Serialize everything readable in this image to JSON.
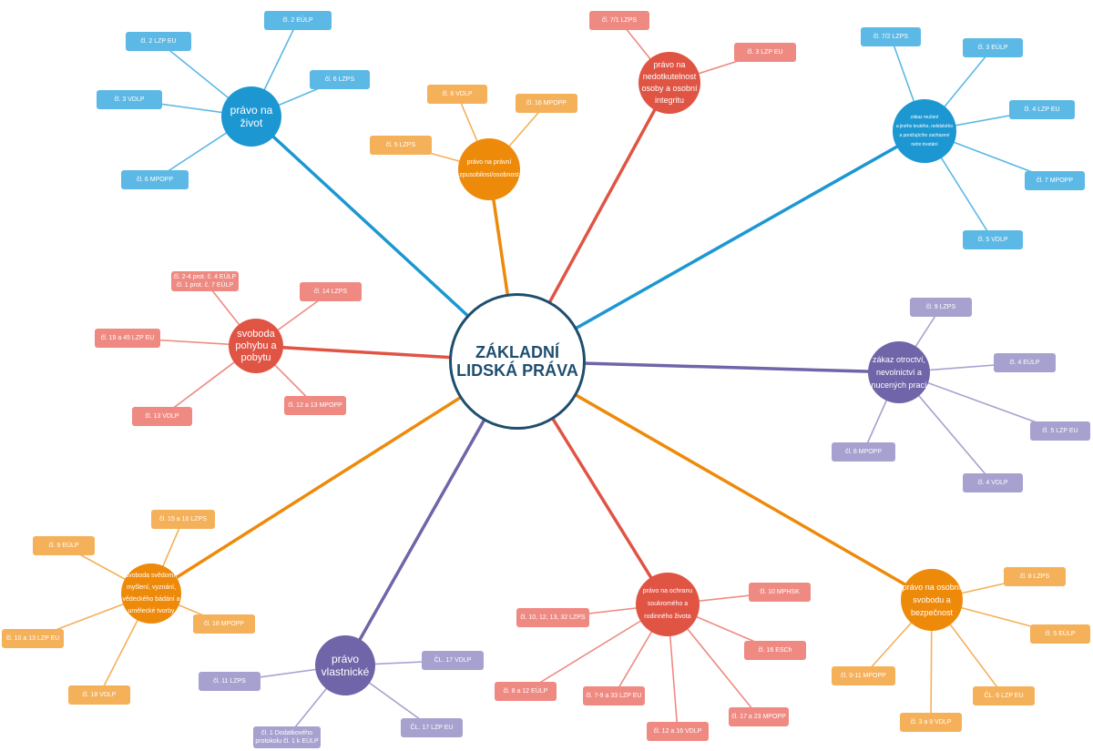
{
  "center": {
    "label": "ZÁKLADNÍ\nLIDSKÁ PRÁVA",
    "color": "#1f4e6e"
  },
  "colors": {
    "blue": "#1c97d2",
    "blueLeaf": "#5cb8e5",
    "orange": "#ee8a0a",
    "orangeLeaf": "#f5b05a",
    "red": "#e05444",
    "redLeaf": "#ef8a82",
    "purple": "#6f65a8",
    "purpleLeaf": "#a6a1cf"
  },
  "branches": [
    {
      "id": "pravo-na-zivot",
      "label": "právo na\nživot",
      "theme": "blue",
      "leaves": [
        "čl. 2 EÚLP",
        "čl. 2 LZP EU",
        "čl. 6 LZPS",
        "čl. 3 VDLP",
        "čl. 6 MPOPP"
      ]
    },
    {
      "id": "pravni-zpusobilost",
      "label": "právo na právní\nzpusobilost/osobnost",
      "theme": "orange",
      "leaves": [
        "čl. 6 VDLP",
        "čl. 16 MPOPP",
        "čl. 5 LZPS"
      ]
    },
    {
      "id": "nedotknutelnost",
      "label": "právo na\nnedotkutelnost\nosoby a osobní\nintegritu",
      "theme": "red",
      "leaves": [
        "čl. 7/1 LZPS",
        "čl. 3 LZP EU"
      ]
    },
    {
      "id": "zakaz-muceni",
      "label": "zákaz mučení\na jiného krutého, nelidského\na ponižujícího zacházení\nnebo trestání",
      "theme": "blue",
      "leaves": [
        "čl. 7/2 LZPS",
        "čl. 3 EÚLP",
        "čl. 4 LZP EU",
        "čl. 7 MPOPP",
        "čl. 5 VDLP"
      ]
    },
    {
      "id": "svoboda-pohybu",
      "label": "svoboda\npohybu a\npobytu",
      "theme": "red",
      "leaves": [
        "čl. 2-4 prot. č. 4 EÚLP\nčl. 1 prot. č. 7 EÚLP",
        "čl. 14 LZPS",
        "čl. 19 a 45 LZP EU",
        "čl. 13 VDLP",
        "čl. 12 a 13 MPOPP"
      ]
    },
    {
      "id": "zakaz-otroctvi",
      "label": "zákaz otroctví,\nnevolnictví a\nnucených prací",
      "theme": "purple",
      "leaves": [
        "čl. 9 LZPS",
        "čl. 4 EÚLP",
        "čl. 5 LZP EU",
        "čl. 8 MPOPP",
        "čl. 4 VDLP"
      ]
    },
    {
      "id": "svoboda-svedomi",
      "label": "svoboda svědomí,\nmyšlení, vyznání,\nvědeckého bádání a\numělecké tvorby",
      "theme": "orange",
      "leaves": [
        "čl. 15 a 16 LZPS",
        "čl. 9 EÚLP",
        "čl. 18 MPOPP",
        "čl. 10 a 13 LZP EU",
        "čl. 18 VDLP"
      ]
    },
    {
      "id": "ochrana-soukromi",
      "label": "právo na ochranu\nsoukromého a\nrodinného života",
      "theme": "red",
      "leaves": [
        "čl. 10 MPHSK",
        "čl. 10, 12, 13, 32 LZPS",
        "čl. 16 ESCh",
        "čl. 8 a 12 EÚLP",
        "čl. 7-9 a 33 LZP EU",
        "čl. 17 a 23 MPOPP",
        "čl. 12 a 16 VDLP"
      ]
    },
    {
      "id": "osobni-svoboda",
      "label": "právo na osobní\nsvobodu a\nbezpečnost",
      "theme": "orange",
      "leaves": [
        "čl. 8 LZPS",
        "čl. 5 EÚLP",
        "čl. 9-11 MPOPP",
        "ČL. 6 LZP EU",
        "čl. 3 a 9 VDLP"
      ]
    },
    {
      "id": "pravo-vlastnicke",
      "label": "právo\nvlastnické",
      "theme": "purple",
      "leaves": [
        "ČL. 17 VDLP",
        "čl. 11 LZPS",
        "ČL. 17 LZP EU",
        "čl. 1 Dodatkového\nprotokolu čl. 1 k EÚLP"
      ]
    }
  ]
}
